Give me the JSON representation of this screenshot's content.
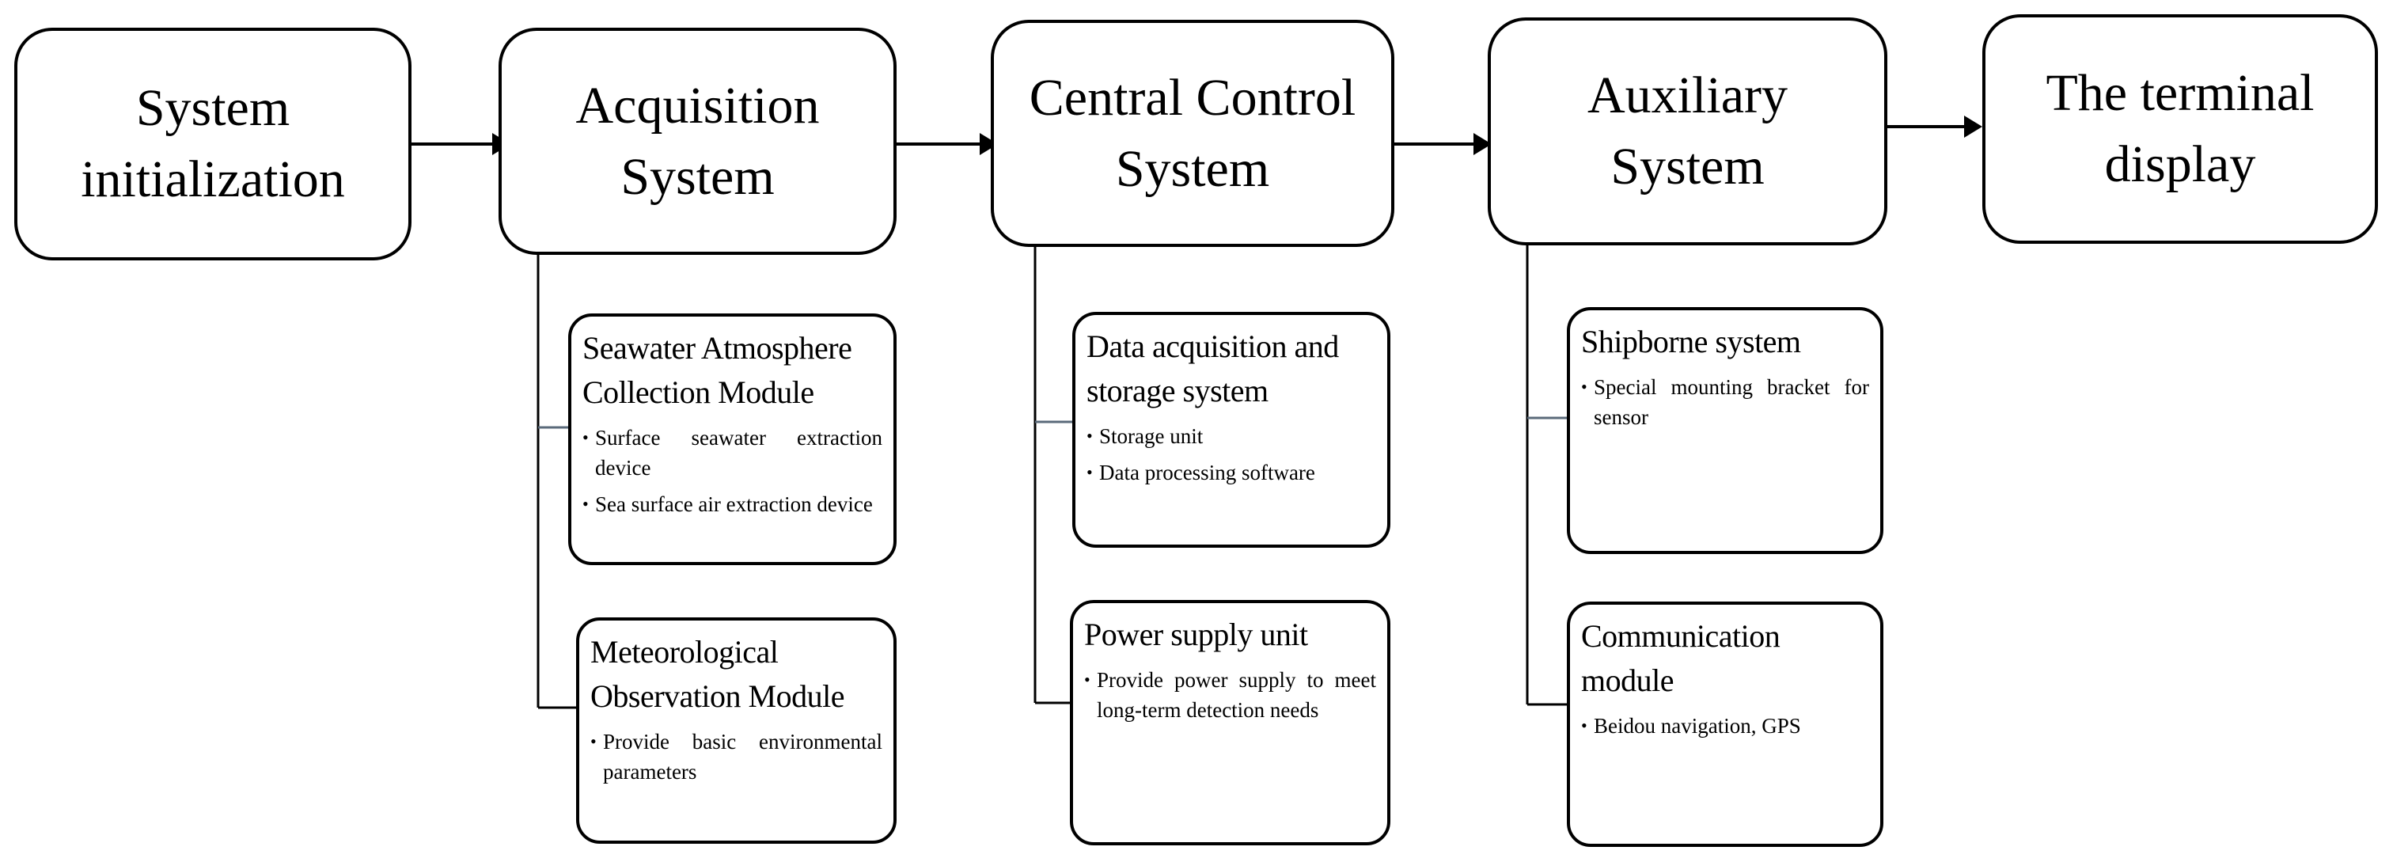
{
  "stages": [
    {
      "id": "system-initialization",
      "label": "System\ninitialization"
    },
    {
      "id": "acquisition-system",
      "label": "Acquisition\nSystem"
    },
    {
      "id": "central-control-system",
      "label": "Central Control\nSystem"
    },
    {
      "id": "auxiliary-system",
      "label": "Auxiliary\nSystem"
    },
    {
      "id": "terminal-display",
      "label": "The terminal\ndisplay"
    }
  ],
  "modules": {
    "acquisition": [
      {
        "title": "Seawater Atmosphere\nCollection Module",
        "items": [
          "Surface seawater extraction device",
          "Sea surface air extraction device"
        ]
      },
      {
        "title": "Meteorological\nObservation Module",
        "items": [
          "Provide basic environmental parameters"
        ]
      }
    ],
    "central_control": [
      {
        "title": "Data acquisition and\nstorage system",
        "items": [
          "Storage unit",
          "Data processing software"
        ]
      },
      {
        "title": "Power supply unit",
        "items": [
          "Provide power supply to meet long-term detection needs"
        ]
      }
    ],
    "auxiliary": [
      {
        "title": "Shipborne system",
        "items": [
          "Special mounting bracket for sensor"
        ]
      },
      {
        "title": "Communication\nmodule",
        "items": [
          "Beidou navigation, GPS"
        ]
      }
    ]
  },
  "colors": {
    "line": "#000000",
    "short_tick": "#5a6a7a",
    "background": "#ffffff"
  }
}
